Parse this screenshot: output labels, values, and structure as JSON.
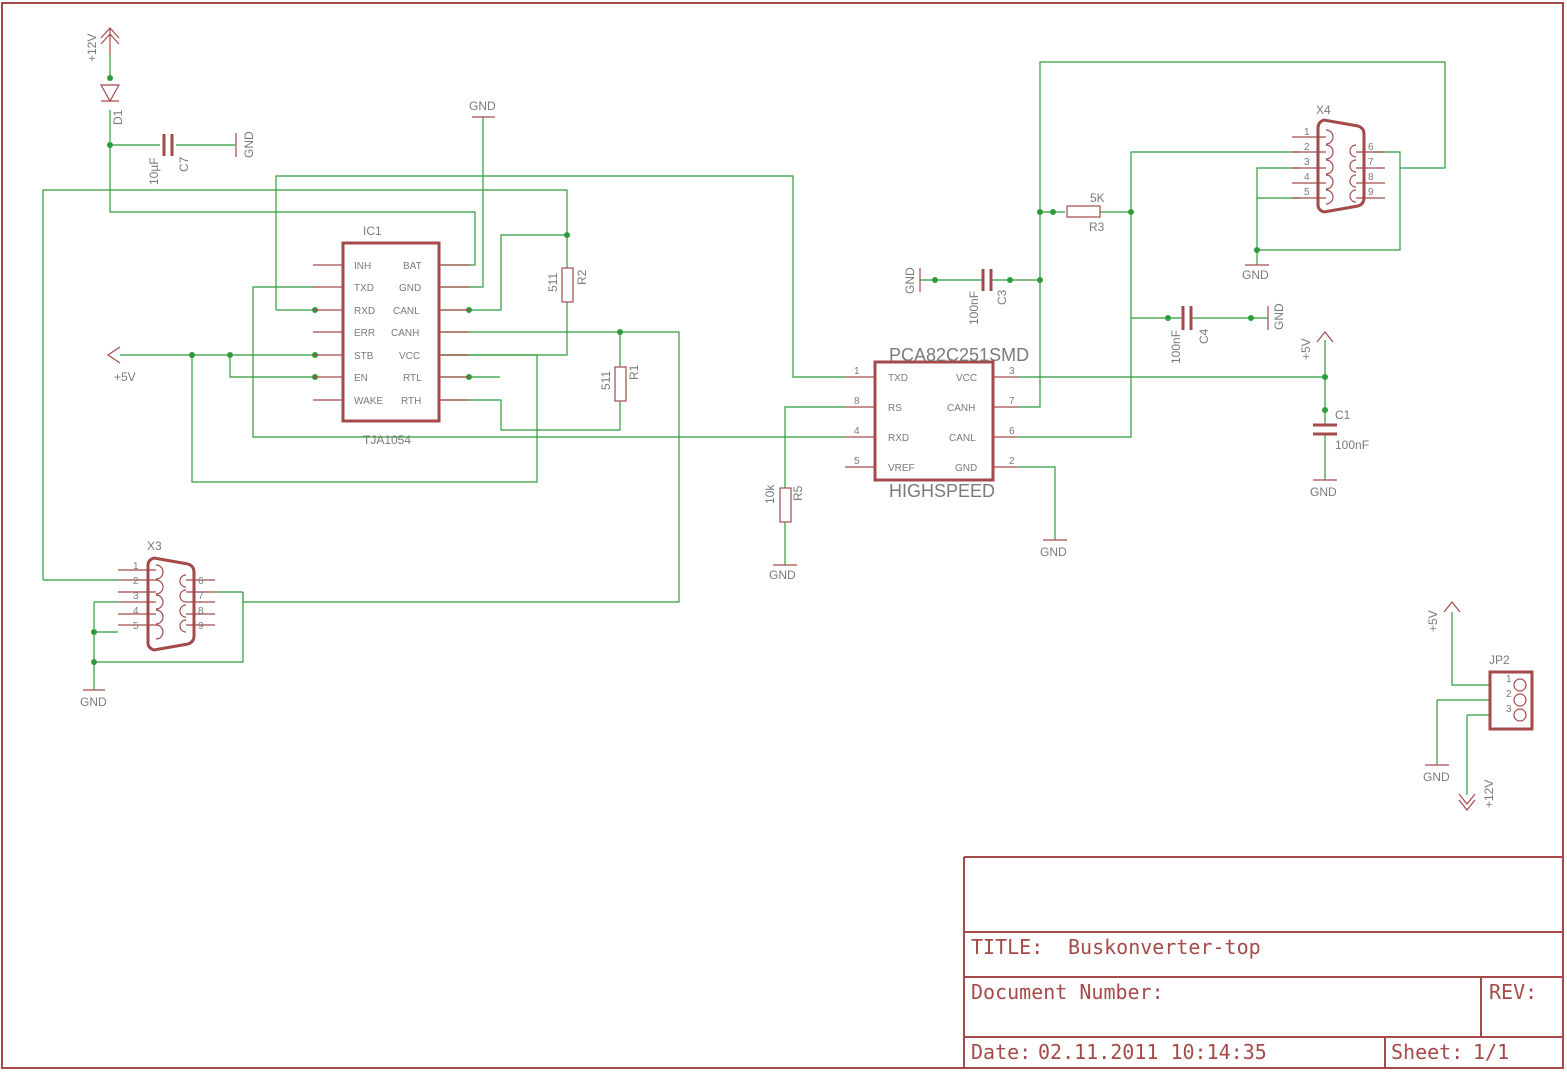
{
  "title_block": {
    "title_label": "TITLE:",
    "title": "Buskonverter-top",
    "doc_label": "Document Number:",
    "rev_label": "REV:",
    "date_label": "Date:",
    "date": "02.11.2011 10:14:35",
    "sheet_label": "Sheet:",
    "sheet": "1/1"
  },
  "supply": {
    "v12": "+12V",
    "v5": "+5V",
    "gnd": "GND"
  },
  "parts": {
    "d1": "D1",
    "c7": "C7",
    "c7_val": "10µF",
    "ic1": "IC1",
    "ic1_val": "TJA1054",
    "ic1_left_pins": [
      "INH",
      "TXD",
      "RXD",
      "ERR",
      "STB",
      "EN",
      "WAKE"
    ],
    "ic1_right_pins": [
      "BAT",
      "GND",
      "CANL",
      "CANH",
      "VCC",
      "RTL",
      "RTH"
    ],
    "r2": "R2",
    "r2_val": "511",
    "r1": "R1",
    "r1_val": "511",
    "x3": "X3",
    "x4": "X4",
    "dsub_left_nums": [
      "1",
      "2",
      "3",
      "4",
      "5"
    ],
    "dsub_right_nums": [
      "6",
      "7",
      "8",
      "9"
    ],
    "ic2_name": "PCA82C251SMD",
    "ic2_val": "HIGHSPEED",
    "ic2_left_pins": [
      "TXD",
      "RS",
      "RXD",
      "VREF"
    ],
    "ic2_left_nums": [
      "1",
      "8",
      "4",
      "5"
    ],
    "ic2_right_pins": [
      "VCC",
      "CANH",
      "CANL",
      "GND"
    ],
    "ic2_right_nums": [
      "3",
      "7",
      "6",
      "2"
    ],
    "r3": "R3",
    "r3_val": "5K",
    "r5": "R5",
    "r5_val": "10k",
    "c3": "C3",
    "c3_val": "100nF",
    "c4": "C4",
    "c4_val": "100nF",
    "c1": "C1",
    "c1_val": "100nF",
    "jp2": "JP2",
    "jp2_nums": [
      "1",
      "2",
      "3"
    ]
  }
}
